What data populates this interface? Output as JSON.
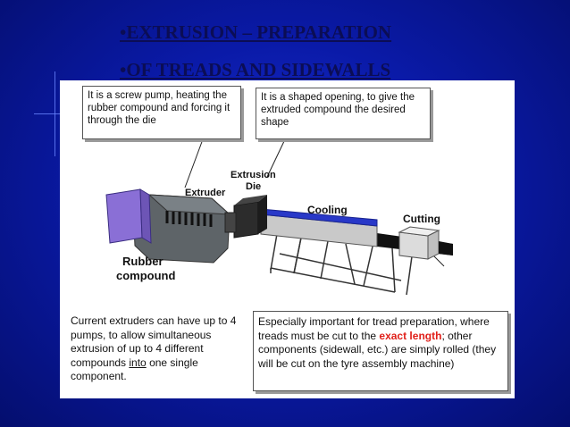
{
  "slide": {
    "title_line1": "•EXTRUSION – PREPARATION",
    "title_line2": "•OF TREADS AND SIDEWALLS"
  },
  "callouts": {
    "extruder_desc": "It is a screw pump, heating the rubber compound and forcing it through the die",
    "die_desc": "It is a shaped opening, to give the extruded compound the desired shape"
  },
  "labels": {
    "extruder": "Extruder",
    "die_line1": "Extrusion",
    "die_line2": "Die",
    "cooling": "Cooling",
    "cutting": "Cutting",
    "rubber_line1": "Rubber",
    "rubber_line2": "compound"
  },
  "notes": {
    "pumps_pre": "Current extruders can have up to 4 pumps, to allow simultaneous extrusion of up to 4 different compounds ",
    "pumps_underlined": "into",
    "pumps_post": " one single component.",
    "tread_pre": "Especially important for tread preparation, where treads must be cut to the ",
    "tread_emph": "exact length",
    "tread_post": "; other components (sidewall, etc.) are simply rolled (they will be cut on the tyre assembly machine)"
  },
  "colors": {
    "background": "#0a1aa8",
    "title": "#0b0d55",
    "emphasis": "#e0201a",
    "hopper": "#8a6fd6",
    "conveyor_belt": "#2838c8"
  }
}
